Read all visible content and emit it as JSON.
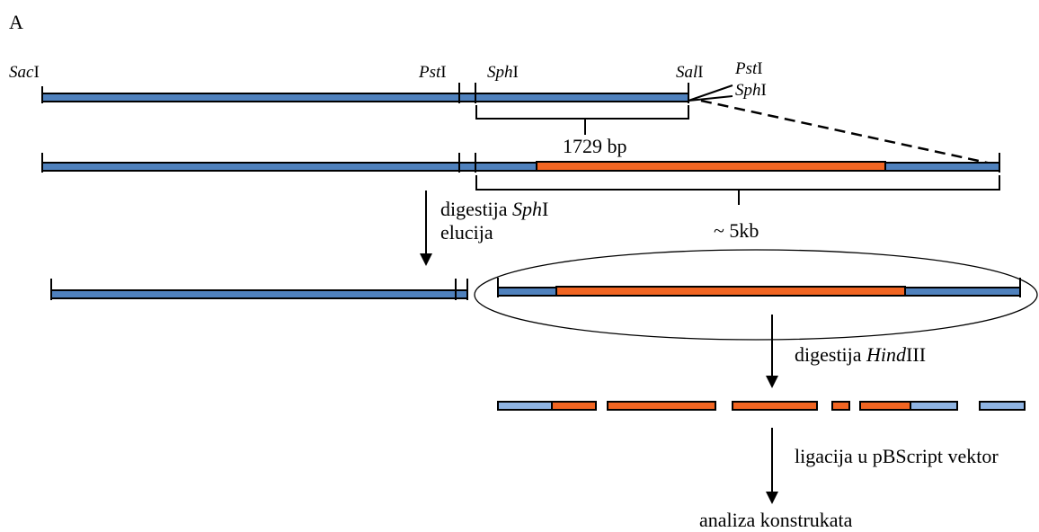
{
  "panel_label": "A",
  "sites_top": {
    "sac": {
      "ital": "Sac",
      "rom": "I"
    },
    "pst1": {
      "ital": "Pst",
      "rom": "I"
    },
    "sph1": {
      "ital": "Sph",
      "rom": "I"
    },
    "sal": {
      "ital": "Sal",
      "rom": "I"
    },
    "pst2": {
      "ital": "Pst",
      "rom": "I"
    },
    "sph2": {
      "ital": "Sph",
      "rom": "I"
    }
  },
  "size_1729": "1729 bp",
  "size_5kb": "~ 5kb",
  "step1": {
    "line1_a": "digestija ",
    "line1_ital": "Sph",
    "line1_rom": "I",
    "line2": "elucija"
  },
  "step2": {
    "text": "digestija ",
    "ital": "Hind",
    "rom": "III"
  },
  "step3": "ligacija u pBScript vektor",
  "step4": "analiza konstrukata",
  "colors": {
    "blue": "#4F81BD",
    "orange": "#F16522",
    "light_blue": "#8FB4E3"
  }
}
